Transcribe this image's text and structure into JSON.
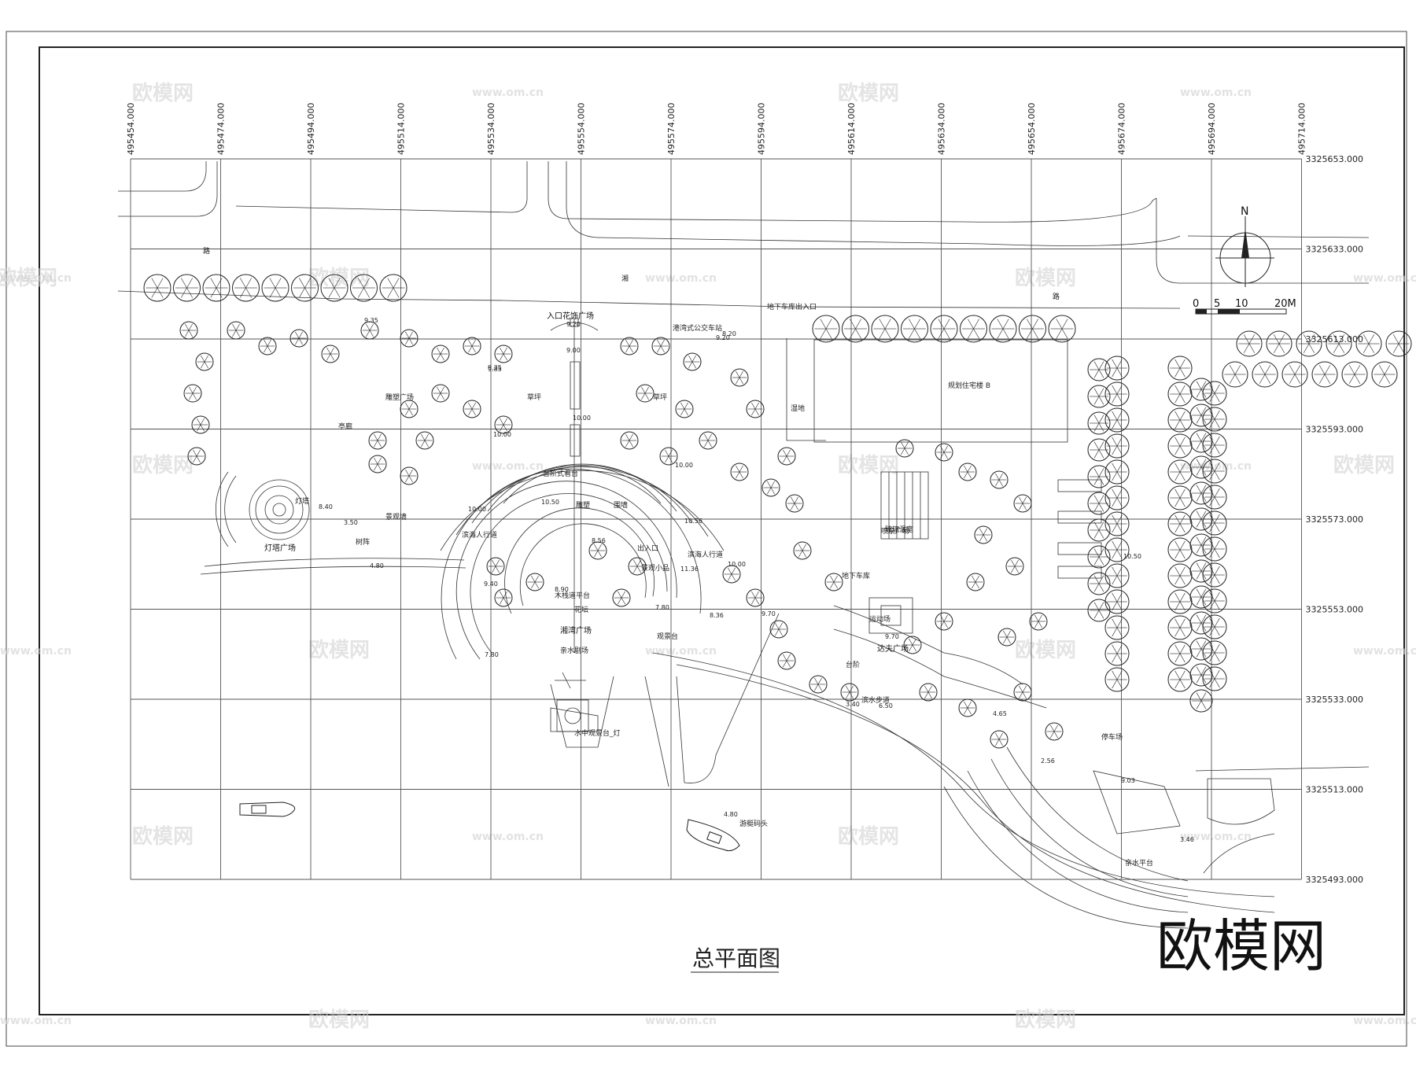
{
  "drawing": {
    "title": "总平面图",
    "brand": "欧模网",
    "watermark_cn": "欧模网",
    "watermark_url": "www.om.cn",
    "north_label": "N",
    "scale_labels": [
      "0",
      "5",
      "10",
      "20M"
    ]
  },
  "grid": {
    "x_coords": [
      "495454.000",
      "495474.000",
      "495494.000",
      "495514.000",
      "495534.000",
      "495554.000",
      "495574.000",
      "495594.000",
      "495614.000",
      "495634.000",
      "495654.000",
      "495674.000",
      "495694.000",
      "495714.000"
    ],
    "y_coords": [
      "3325653.000",
      "3325633.000",
      "3325613.000",
      "3325593.000",
      "3325573.000",
      "3325553.000",
      "3325533.000",
      "3325513.000",
      "3325493.000"
    ]
  },
  "labels": {
    "entrance_plaza": "入口花饰广场",
    "lighthouse_plaza": "灯塔广场",
    "bay_plaza": "湘湾广场",
    "dafu_plaza": "达夫广场",
    "road_a": "路",
    "road_b": "湘",
    "road_c": "路",
    "parking_entry": "地下车库出入口",
    "bus_stop": "港湾式公交车站",
    "residential": "规划住宅楼 B",
    "pier": "游艇码头",
    "parking": "停车场",
    "waterfront_walk": "亲水平台",
    "steps": "台阶",
    "garden_a": "草坪",
    "garden_b": "草坪",
    "sunken": "地下车库",
    "fountain": "喷泉广场",
    "promenade": "滨水步道",
    "lamp": "灯塔",
    "platform_light": "水中观景台_灯",
    "landscape_wall": "景观墙",
    "pavilion": "亭廊",
    "art_plaza": "雕塑广场",
    "observation": "观景台",
    "amphitheater": "台阶式看台",
    "shore_walk": "滨海人行道",
    "shore_walk_b": "滨海人行道",
    "wetland": "湿地",
    "tree_array": "树阵",
    "flower": "花坛",
    "water_stage": "亲水剧场",
    "deck": "木栈道平台",
    "sculpture": "雕塑",
    "greenhouse": "玻璃温室",
    "sports": "运动场",
    "exit": "出入口",
    "fence": "围墙",
    "mound": "景观小品"
  },
  "elevations": [
    "9.35",
    "9.20",
    "9.00",
    "9.20",
    "9.35",
    "10.00",
    "10.00",
    "10.00",
    "10.00",
    "10.50",
    "10.56",
    "9.40",
    "8.40",
    "8.56",
    "8.90",
    "7.80",
    "7.80",
    "4.80",
    "3.40",
    "3.50",
    "9.70",
    "9.70",
    "6.50",
    "4.65",
    "3.46",
    "9.03",
    "10.50",
    "2.56",
    "4.80",
    "8.36",
    "11.36",
    "8.20",
    "10.00",
    "9.85"
  ]
}
